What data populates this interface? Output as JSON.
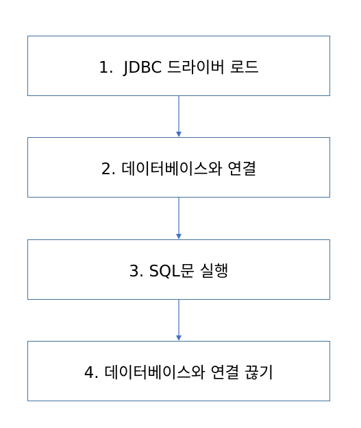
{
  "steps": [
    {
      "label": "1.  JDBC 드라이버 로드"
    },
    {
      "label": "2. 데이터베이스와 연결"
    },
    {
      "label": "3. SQL문 실행"
    },
    {
      "label": "4. 데이터베이스와 연결 끊기"
    }
  ],
  "colors": {
    "box_border": "#41719c",
    "arrow": "#4472c4",
    "text": "#000000",
    "background": "#ffffff"
  }
}
